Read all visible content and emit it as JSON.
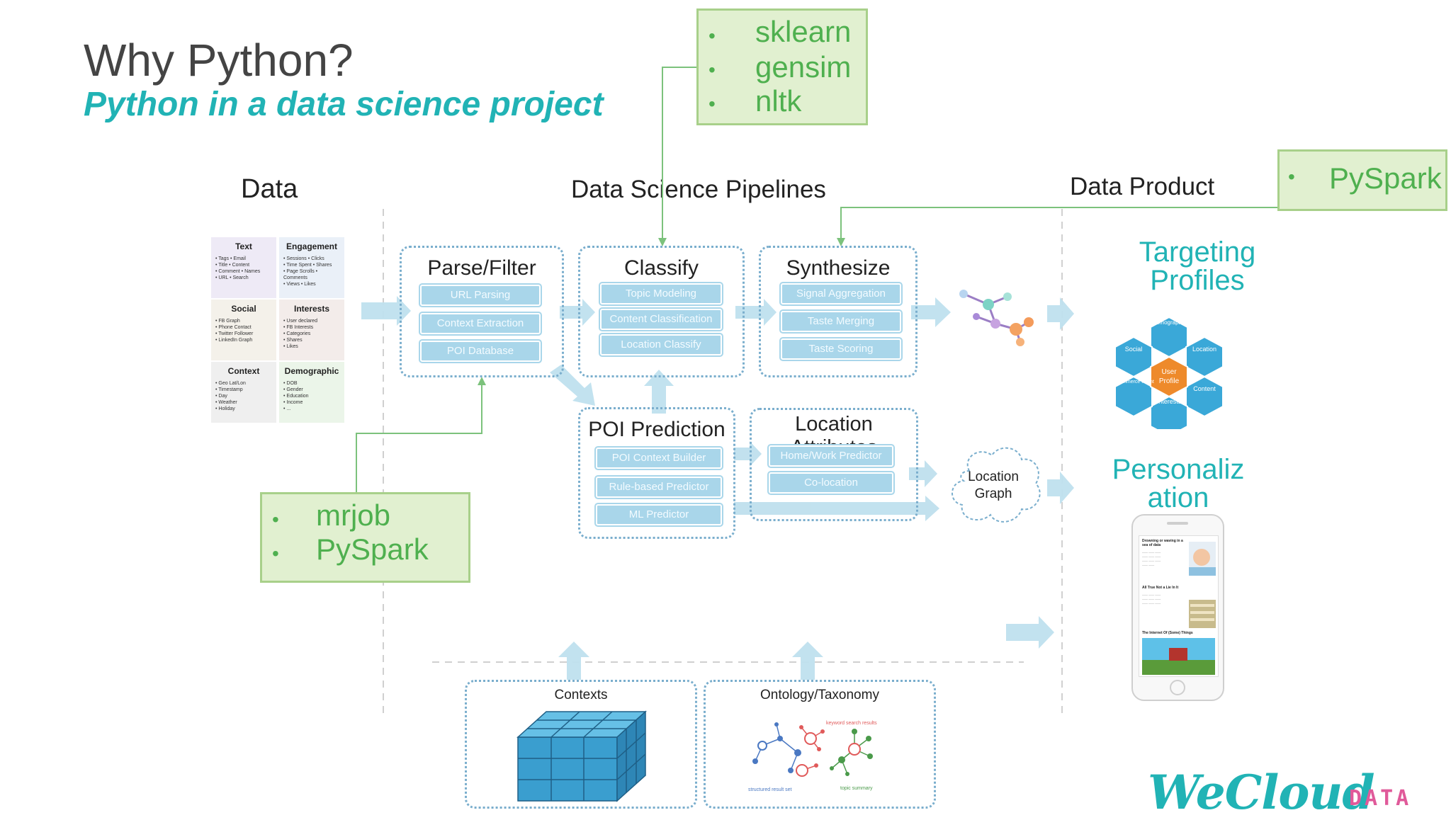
{
  "title": "Why Python?",
  "subtitle": "Python in a data science project",
  "sections": {
    "data": "Data",
    "pipelines": "Data Science Pipelines",
    "product": "Data Product"
  },
  "tool_boxes": {
    "classify_tools": [
      "sklearn",
      "gensim",
      "nltk"
    ],
    "product_tools": [
      "PySpark"
    ],
    "parse_tools": [
      "mrjob",
      "PySpark"
    ]
  },
  "data_table": [
    {
      "title": "Text",
      "items": "• Tags      • Email\n• Title      • Content\n• Comment  • Names\n• URL        • Search"
    },
    {
      "title": "Engagement",
      "items": "• Sessions   • Clicks\n• Time Spent • Shares\n• Page Scrolls • Comments\n• Views      • Likes"
    },
    {
      "title": "Social",
      "items": "• FB Graph\n• Phone Contact\n• Twitter Follower\n• LinkedIn Graph"
    },
    {
      "title": "Interests",
      "items": "• User declared\n• FB Interests\n• Categories\n• Shares\n• Likes"
    },
    {
      "title": "Context",
      "items": "• Geo Lat/Lon\n• Timestamp\n• Day\n• Weather\n• Holiday"
    },
    {
      "title": "Demographic",
      "items": "• DOB\n• Gender\n• Education\n• Income\n• ..."
    }
  ],
  "stages": {
    "parse": {
      "title": "Parse/Filter",
      "steps": [
        "URL Parsing",
        "Context Extraction",
        "POI Database"
      ]
    },
    "classify": {
      "title": "Classify",
      "steps": [
        "Topic Modeling",
        "Content Classification",
        "Location Classify"
      ]
    },
    "synthesize": {
      "title": "Synthesize",
      "steps": [
        "Signal Aggregation",
        "Taste Merging",
        "Taste Scoring"
      ]
    },
    "poi": {
      "title": "POI Prediction",
      "steps": [
        "POI Context Builder",
        "Rule-based Predictor",
        "ML Predictor"
      ]
    },
    "location": {
      "title": "Location Attributes",
      "steps": [
        "Home/Work Predictor",
        "Co-location"
      ]
    }
  },
  "location_graph": "Location\nGraph",
  "location_graph_lines": [
    "Location",
    "Graph"
  ],
  "products": {
    "targeting": [
      "Targeting",
      "Profiles"
    ],
    "personalization": [
      "Personaliz",
      "ation"
    ]
  },
  "hexagons": {
    "center": [
      "User",
      "Profile"
    ],
    "labels": [
      "Demographic",
      "Location",
      "Content",
      "Interests",
      "eCommerce Intent",
      "Social"
    ]
  },
  "phone_news": {
    "item1": "Drowning or waving in a sea of data",
    "item2": "All True Not a Lie In It",
    "item3": "The Internet Of (Some) Things"
  },
  "bottom": {
    "contexts": "Contexts",
    "ontology": "Ontology/Taxonomy",
    "ontology_labels": [
      "keyword search results",
      "structured result set",
      "topic summary"
    ]
  },
  "brand": {
    "logo_text": "WeCloud",
    "logo_suffix": "DATA"
  },
  "colors": {
    "teal": "#21b3b5",
    "green_box_bg": "#e1f0d0",
    "green_text": "#4fb04f",
    "step_blue": "#a9d6ea",
    "hex_blue": "#3aa8d8",
    "hex_orange": "#ee8a2b"
  }
}
